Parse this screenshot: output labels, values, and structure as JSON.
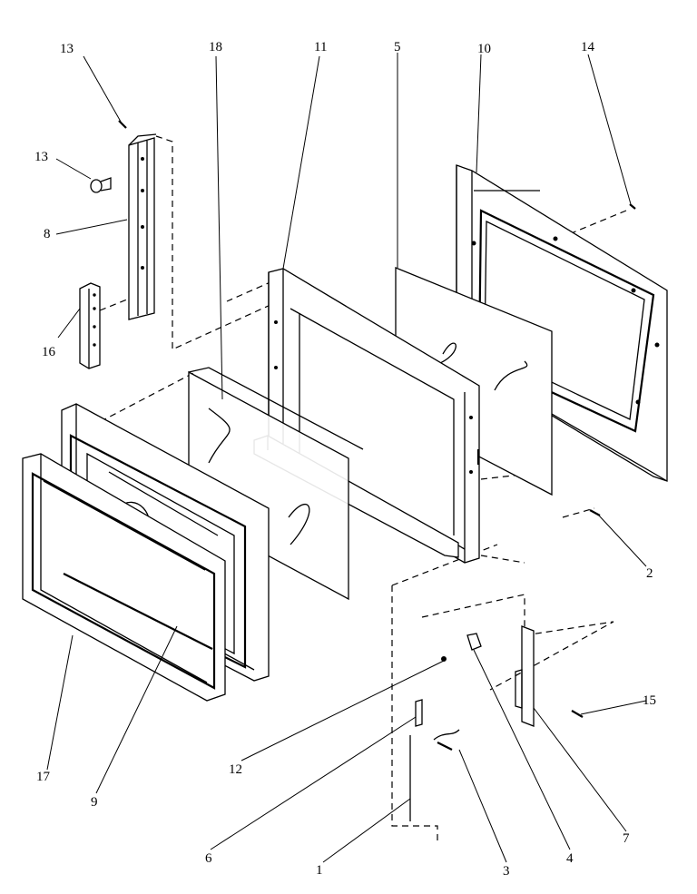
{
  "callouts": {
    "c13a": "13",
    "c13b": "13",
    "c8": "8",
    "c16": "16",
    "c18": "18",
    "c11": "11",
    "c5": "5",
    "c10": "10",
    "c14": "14",
    "c2": "2",
    "c15": "15",
    "c17": "17",
    "c9": "9",
    "c12": "12",
    "c6": "6",
    "c1": "1",
    "c3": "3",
    "c4": "4",
    "c7": "7"
  }
}
